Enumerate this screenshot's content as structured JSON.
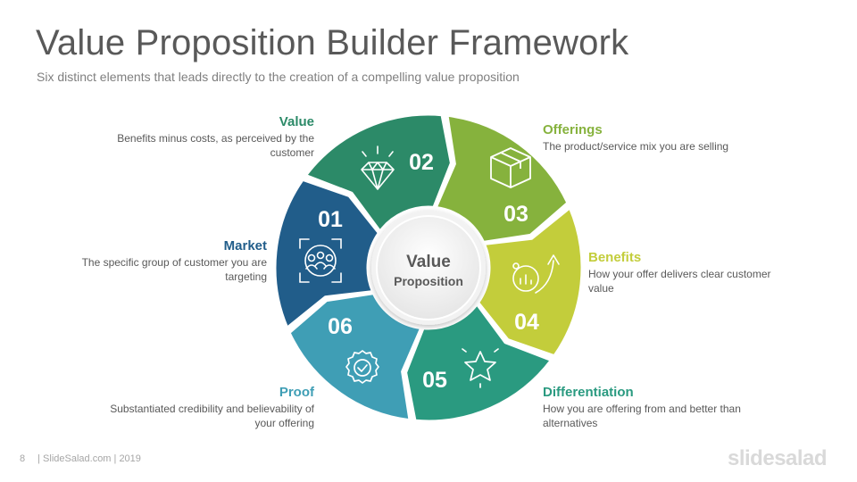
{
  "slide": {
    "title": "Value Proposition Builder Framework",
    "subtitle": "Six distinct elements that leads directly to the creation of a compelling value proposition"
  },
  "center": {
    "line1": "Value",
    "line2": "Proposition"
  },
  "segments": [
    {
      "number": "01",
      "heading": "Market",
      "description": "The specific group of customer you are targeting",
      "color": "#215d8a",
      "icon": "people-target-icon"
    },
    {
      "number": "02",
      "heading": "Value",
      "description": "Benefits minus costs, as perceived by the customer",
      "color": "#2c8a68",
      "icon": "diamond-icon"
    },
    {
      "number": "03",
      "heading": "Offerings",
      "description": "The product/service  mix you are selling",
      "color": "#86b23d",
      "icon": "box-icon"
    },
    {
      "number": "04",
      "heading": "Benefits",
      "description": "How your offer delivers clear customer value",
      "color": "#c3cd3b",
      "icon": "growth-chart-icon"
    },
    {
      "number": "05",
      "heading": "Differentiation",
      "description": "How you are offering  from and better than alternatives",
      "color": "#2a9a80",
      "icon": "star-icon"
    },
    {
      "number": "06",
      "heading": "Proof",
      "description": "Substantiated credibility and believability of your offering",
      "color": "#3f9eb5",
      "icon": "verified-badge-icon"
    }
  ],
  "footer": {
    "page": "8",
    "credit": "| SlideSalad.com | 2019",
    "brand": "slidesalad"
  }
}
